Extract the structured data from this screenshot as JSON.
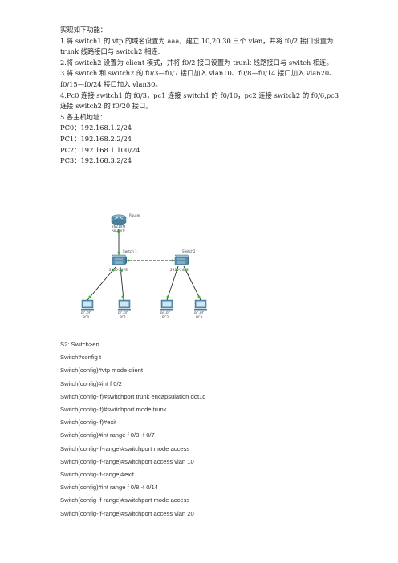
{
  "intro": {
    "lines": [
      "实现如下功能：",
      "1.将 switch1 的 vtp 的域名设置为 aaa，建立 10,20,30 三个 vlan，并将 f0/2 接口设置为 trunk 线路接口与 switch2 相连.",
      "2.将 switch2 设置为 client 模式，并将 f0/2 接口设置为 trunk 线路接口与 switch 相连。",
      "3.将 switch 和 switch2 的 f0/3—f0/7 接口加入 vlan10、f0/8—f0/14 接口加入 vlan20、f0/15—f0/24 接口加入 vlan30。",
      "4.Pc0 连接 switch1 的 f0/3，pc1 连接 switch1 的 f0/10，pc2 连接 switch2 的 f0/6,pc3 连接 switch2 的 f0/20 接口。",
      "5.各主机地址：",
      "PC0：192.168.1.2/24",
      "PC1：192.168.2.2/24",
      "PC2：192.168.1.100/24",
      "PC3：192.168.3.2/24"
    ]
  },
  "diagram": {
    "router": {
      "model": "2621XM",
      "sub": "Router0",
      "label": "Router"
    },
    "switch1": {
      "label": "Switch 1",
      "model": "2950-24PS"
    },
    "switch2": {
      "label": "Switch2",
      "model": "2950-24PS"
    },
    "pcs": [
      {
        "type": "PC-PT",
        "name": "PC0"
      },
      {
        "type": "PC-PT",
        "name": "PC1"
      },
      {
        "type": "PC-PT",
        "name": "PC2"
      },
      {
        "type": "PC-PT",
        "name": "PC3"
      }
    ],
    "colors": {
      "link": "#2d2d2d",
      "port_up": "#2ec41f",
      "device": "#5b8fae"
    }
  },
  "commands": {
    "lines": [
      "S2: Switch>en",
      "Switch#config t",
      "Switch(config)#vtp mode client",
      "Switch(config)#int f 0/2",
      "Switch(config-if)#switchport trunk encapsulation dot1q",
      "Switch(config-if)#switchport mode trunk",
      "Switch(config-if)#exit",
      "Switch(config)#int range f 0/3 -f 0/7",
      "Switch(config-if-range)#switchport mode access",
      "Switch(config-if-range)#switchport access vlan 10",
      "Switch(config-if-range)#exit",
      "Switch(config)#int range f 0/8 -f 0/14",
      "Switch(config-if-range)#switchport mode access",
      "Switch(config-if-range)#switchport access vlan 20"
    ]
  }
}
